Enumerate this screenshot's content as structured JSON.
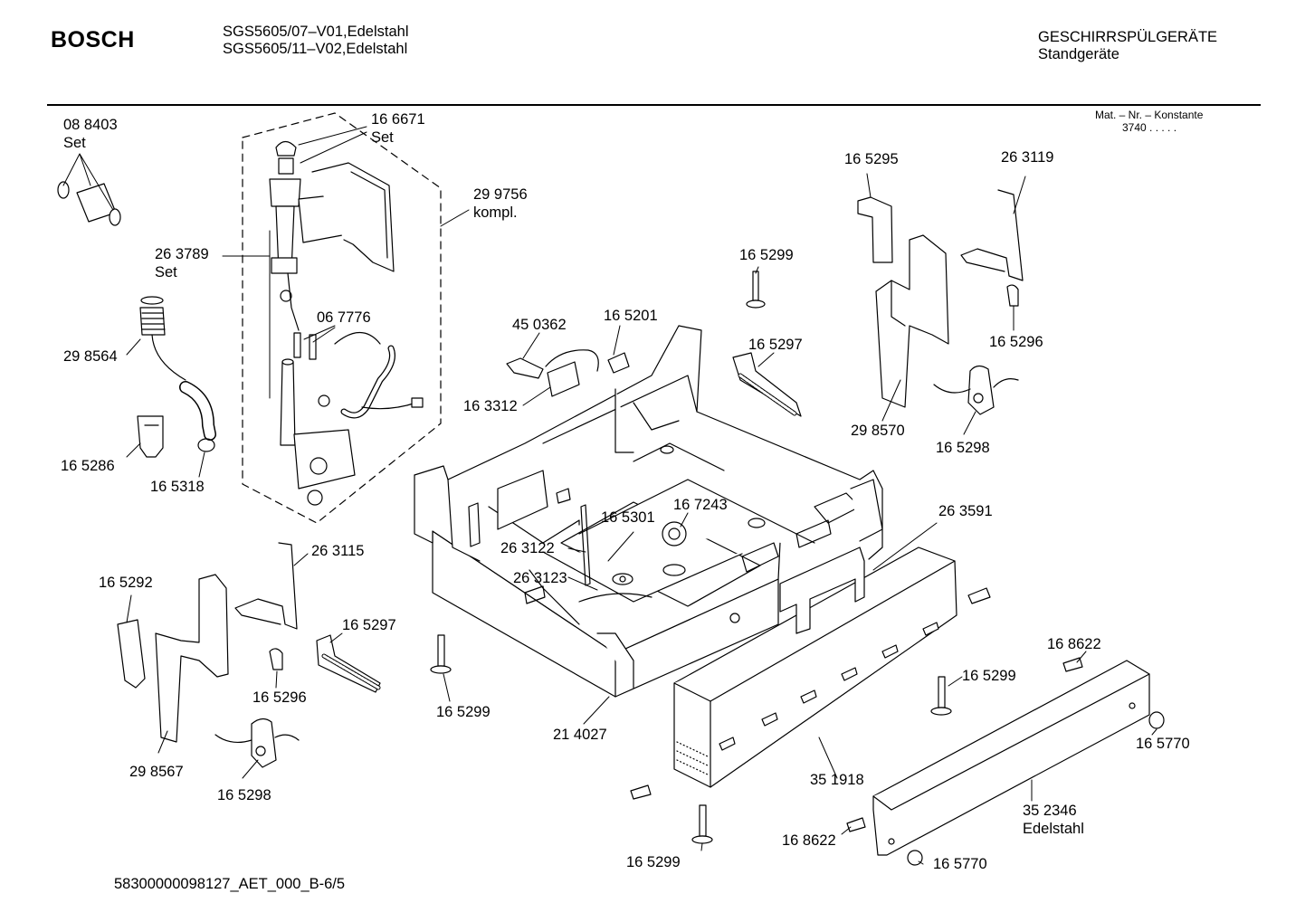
{
  "header": {
    "brand": "BOSCH",
    "models": [
      "SGS5605/07–V01,Edelstahl",
      "SGS5605/11–V02,Edelstahl"
    ],
    "category": "GESCHIRRSPÜLGERÄTE",
    "subcategory": "Standgeräte",
    "mat_label": "Mat. – Nr. – Konstante",
    "mat_value": "3740 .  .  .  .  ."
  },
  "footer": {
    "doc_id": "58300000098127_AET_000_B-6/5"
  },
  "parts": [
    {
      "id": "p0",
      "num": "08 8403",
      "sub": "Set"
    },
    {
      "id": "p1",
      "num": "16 6671",
      "sub": "Set"
    },
    {
      "id": "p2",
      "num": "29 9756",
      "sub": "kompl."
    },
    {
      "id": "p3",
      "num": "26 3789",
      "sub": "Set"
    },
    {
      "id": "p4",
      "num": "06 7776",
      "sub": ""
    },
    {
      "id": "p5",
      "num": "29 8564",
      "sub": ""
    },
    {
      "id": "p6",
      "num": "16 5286",
      "sub": ""
    },
    {
      "id": "p7",
      "num": "16 5318",
      "sub": ""
    },
    {
      "id": "p8",
      "num": "45 0362",
      "sub": ""
    },
    {
      "id": "p9",
      "num": "16 5201",
      "sub": ""
    },
    {
      "id": "p10",
      "num": "16 3312",
      "sub": ""
    },
    {
      "id": "p11",
      "num": "16 5299",
      "sub": ""
    },
    {
      "id": "p12",
      "num": "16 5297",
      "sub": ""
    },
    {
      "id": "p13",
      "num": "16 5295",
      "sub": ""
    },
    {
      "id": "p14",
      "num": "26 3119",
      "sub": ""
    },
    {
      "id": "p15",
      "num": "16 5296",
      "sub": ""
    },
    {
      "id": "p16",
      "num": "29 8570",
      "sub": ""
    },
    {
      "id": "p17",
      "num": "16 5298",
      "sub": ""
    },
    {
      "id": "p18",
      "num": "26 3591",
      "sub": ""
    },
    {
      "id": "p19",
      "num": "16 7243",
      "sub": ""
    },
    {
      "id": "p20",
      "num": "16 5301",
      "sub": ""
    },
    {
      "id": "p21",
      "num": "26 3122",
      "sub": ""
    },
    {
      "id": "p22",
      "num": "26 3123",
      "sub": ""
    },
    {
      "id": "p23",
      "num": "26 3115",
      "sub": ""
    },
    {
      "id": "p24",
      "num": "16 5292",
      "sub": ""
    },
    {
      "id": "p25",
      "num": "16 5297",
      "sub": ""
    },
    {
      "id": "p26",
      "num": "16 5296",
      "sub": ""
    },
    {
      "id": "p27",
      "num": "29 8567",
      "sub": ""
    },
    {
      "id": "p28",
      "num": "16 5298",
      "sub": ""
    },
    {
      "id": "p29",
      "num": "16 5299",
      "sub": ""
    },
    {
      "id": "p30",
      "num": "21 4027",
      "sub": ""
    },
    {
      "id": "p31",
      "num": "16 8622",
      "sub": ""
    },
    {
      "id": "p32",
      "num": "16 5299",
      "sub": ""
    },
    {
      "id": "p33",
      "num": "16 5770",
      "sub": ""
    },
    {
      "id": "p34",
      "num": "35 1918",
      "sub": ""
    },
    {
      "id": "p35",
      "num": "35 2346",
      "sub": "Edelstahl"
    },
    {
      "id": "p36",
      "num": "16 8622",
      "sub": ""
    },
    {
      "id": "p37",
      "num": "16 5299",
      "sub": ""
    },
    {
      "id": "p38",
      "num": "16 5770",
      "sub": ""
    }
  ]
}
